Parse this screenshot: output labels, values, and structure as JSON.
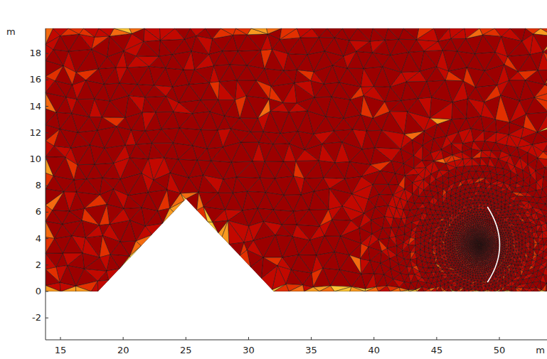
{
  "diagram": {
    "labels": [
      "m",
      "18",
      "16",
      "14",
      "12",
      "10",
      "8",
      "6",
      "4",
      "2",
      "0",
      "-2",
      "15",
      "20",
      "25",
      "30",
      "35",
      "40",
      "45",
      "50",
      "m"
    ]
  }
}
